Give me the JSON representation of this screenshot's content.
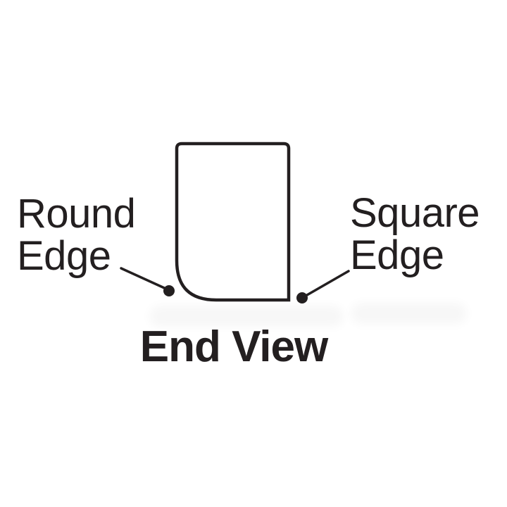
{
  "meta": {
    "background": "#ffffff",
    "ink": "#231f20"
  },
  "diagram": {
    "title": "End View",
    "round_edge_label": {
      "line1": "Round",
      "line2": "Edge"
    },
    "square_edge_label": {
      "line1": "Square",
      "line2": "Edge"
    }
  }
}
